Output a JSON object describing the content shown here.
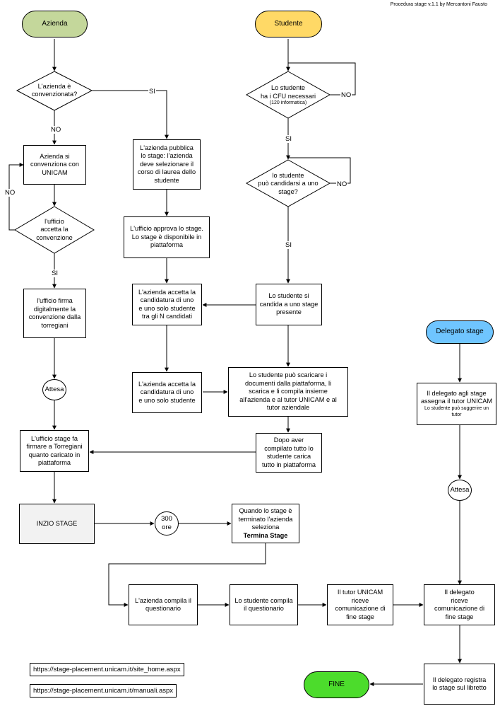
{
  "credit": "Procedura stage v.1.1 by Mercantoni Fausto",
  "terminals": {
    "azienda": "Azienda",
    "studente": "Studente",
    "delegato": "Delegato stage",
    "fine": "FINE"
  },
  "decisions": {
    "convenzionata": "L'azienda è\nconvenzionata?",
    "cfu": "Lo studente\nha i CFU necessari",
    "cfu_note": "(120 informatica)",
    "candidarsi": "lo studente\npuò candidarsi a uno\nstage?",
    "accetta_convenzione": "l'ufficio\naccetta la\nconvenzione"
  },
  "processes": {
    "convenziona": "Azienda si\nconvenziona con\nUNICAM",
    "firma_digitale": "l'ufficio firma\ndigitalmente la\nconvenzione dalla\ntorregiani",
    "pubblica": "L'azienda pubblica\nlo stage: l'azienda\ndeve selezionare il\ncorso di laurea dello\nstudente",
    "approva": "L'ufficio approva lo stage.\nLo stage è disponibile in\npiattaforma",
    "accetta_candidatura_1": "L'azienda accetta la\ncandidatura di uno\ne uno solo studente\ntra gli N candidati",
    "accetta_candidatura_2": "L'azienda accetta la\ncandidatura di uno\ne uno solo studente",
    "si_candida": "Lo studente si\ncandida a uno stage\npresente",
    "scarica": "Lo studente può scaricare i\ndocumenti dalla piattaforma, li\nscarica e li compila insieme\nall'azienda e al tutor UNICAM e al\ntutor aziendale",
    "carica": "Dopo aver\ncompilato tutto lo\nstudente carica\ntutto in piattaforma",
    "fa_firmare": "L'ufficio stage fa\nfirmare a Torregiani\nquanto caricato in\npiattaforma",
    "inizio": "INZIO STAGE",
    "termina_pre": "Quando lo stage è\nterminato l'azienda\nseleziona",
    "termina_bold": "Termina Stage",
    "questionario_azienda": "L'azienda compila il\nquestionario",
    "questionario_studente": "Lo studente compila\nil questionario",
    "tutor_riceve": "Il tutor UNICAM\nriceve\ncomunicazione di\nfine stage",
    "delegato_riceve": "Il delegato\nriceve\ncomunicazione di\nfine stage",
    "assegna": "Il delegato agli stage\nassegna il tutor UNICAM",
    "assegna_note": "Lo studente può suggerire un\ntutor",
    "registra": "Il delegato registra\nlo stage sul libretto"
  },
  "circles": {
    "attesa_1": "Attesa",
    "attesa_2": "Attesa",
    "ore": "300\nore"
  },
  "edge_labels": {
    "si_1": "SI",
    "no_1": "NO",
    "no_2": "NO",
    "si_2": "SI",
    "no_3": "NO",
    "si_3": "SI",
    "no_4": "NO",
    "si_4": "SI"
  },
  "links": {
    "site_home": "https://stage-placement.unicam.it/site_home.aspx",
    "manuali": "https://stage-placement.unicam.it/manuali.aspx"
  },
  "colors": {
    "azienda": "#c4d79b",
    "studente": "#ffd966",
    "delegato": "#6fc5ff",
    "fine": "#4cdc2c",
    "inizio": "#f2f2f2"
  }
}
